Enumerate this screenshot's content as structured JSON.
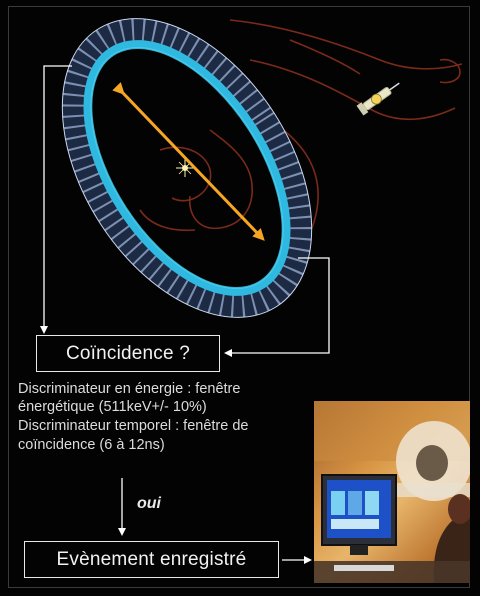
{
  "coincidence_box": {
    "label": "Coïncidence ?"
  },
  "criteria": {
    "line1": "Discriminateur en énergie : fenêtre",
    "line2": "énergétique (511keV+/- 10%)",
    "line3": "Discriminateur temporel : fenêtre de",
    "line4": "coïncidence (6 à 12ns)"
  },
  "yes_label": "oui",
  "event_box": {
    "label": "Evènement enregistré"
  },
  "colors": {
    "background": "#030303",
    "ring_inner": "#2fb8e0",
    "ring_outer": "#1c2a44",
    "annihilation_line": "#f5a623",
    "body_outline": "#7a2a1a",
    "box_border": "#e8e8e8"
  }
}
